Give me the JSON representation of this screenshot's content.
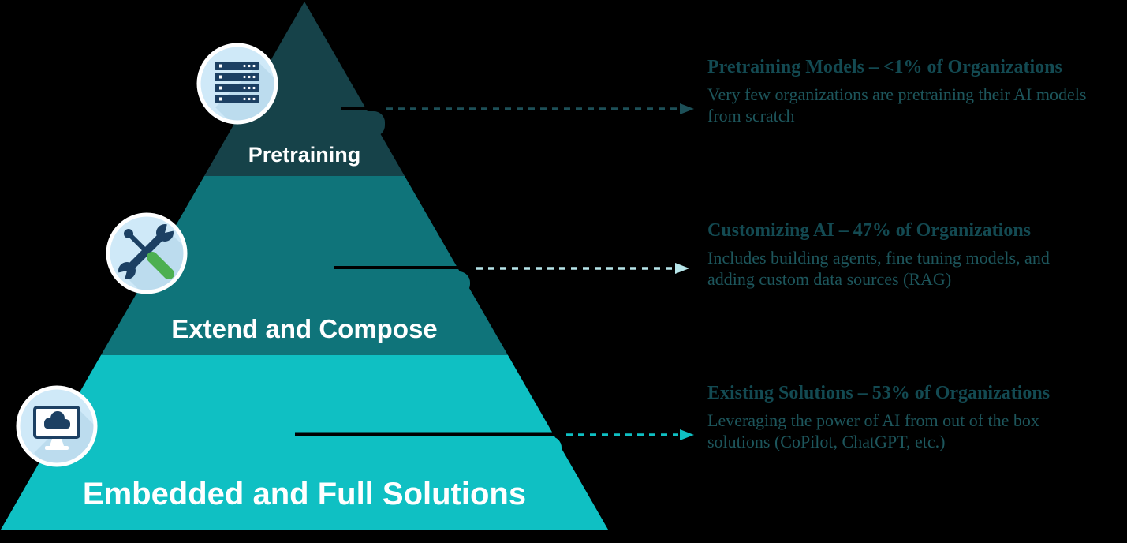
{
  "colors": {
    "background": "#000000",
    "tier1": "#164249",
    "tier2": "#0f747a",
    "tier3": "#0fc0c3",
    "label_text": "#ffffff",
    "heading_text": "#134a52",
    "body_text": "#1d565c",
    "arrow1": "#1d5058",
    "arrow2": "#b7e6ea",
    "arrow3": "#0fc0c3",
    "connector": "#000000",
    "icon_circle_bg": "#cfe9f8",
    "icon_circle_ring": "#ffffff",
    "icon_long_shadow": "#bcdcee",
    "icon_navy": "#1c4063",
    "icon_green": "#4caf50",
    "icon_white": "#ffffff"
  },
  "pyramid": {
    "tiers": [
      {
        "id": "pretraining",
        "label": "Pretraining",
        "icon": "server-rack-icon"
      },
      {
        "id": "extend-compose",
        "label": "Extend and Compose",
        "icon": "tools-icon"
      },
      {
        "id": "embedded-full",
        "label": "Embedded and Full Solutions",
        "icon": "monitor-cloud-icon"
      }
    ]
  },
  "annotations": [
    {
      "heading": "Pretraining Models – <1% of Organizations",
      "body": "Very few organizations are pretraining their AI models\nfrom scratch",
      "value": "<1%"
    },
    {
      "heading": "Customizing AI – 47% of Organizations",
      "body": "Includes building agents, fine tuning models, and\nadding custom data sources (RAG)",
      "value": "47%"
    },
    {
      "heading": "Existing Solutions – 53% of Organizations",
      "body": "Leveraging the power of AI from out of the box\nsolutions (CoPilot, ChatGPT, etc.)",
      "value": "53%"
    }
  ]
}
